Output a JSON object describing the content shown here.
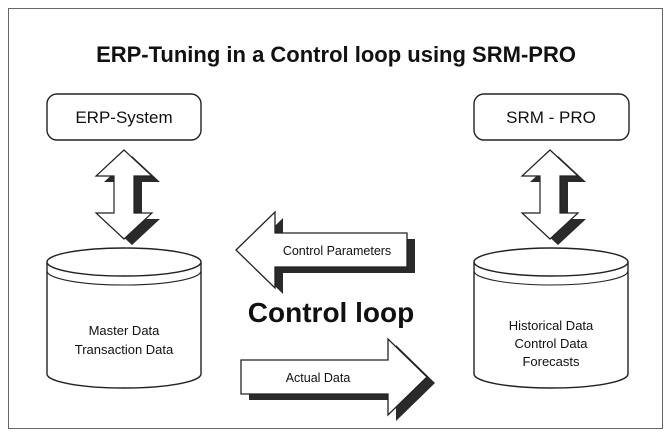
{
  "title": "ERP-Tuning in a Control loop using SRM-PRO",
  "left_box": {
    "label": "ERP-System"
  },
  "right_box": {
    "label": "SRM - PRO"
  },
  "left_db": {
    "lines": [
      "Master Data",
      "Transaction Data"
    ]
  },
  "right_db": {
    "lines": [
      "Historical Data",
      "Control Data",
      "Forecasts"
    ]
  },
  "arrow_top": {
    "label": "Control Parameters"
  },
  "arrow_bottom": {
    "label": "Actual Data"
  },
  "center_label": "Control loop"
}
